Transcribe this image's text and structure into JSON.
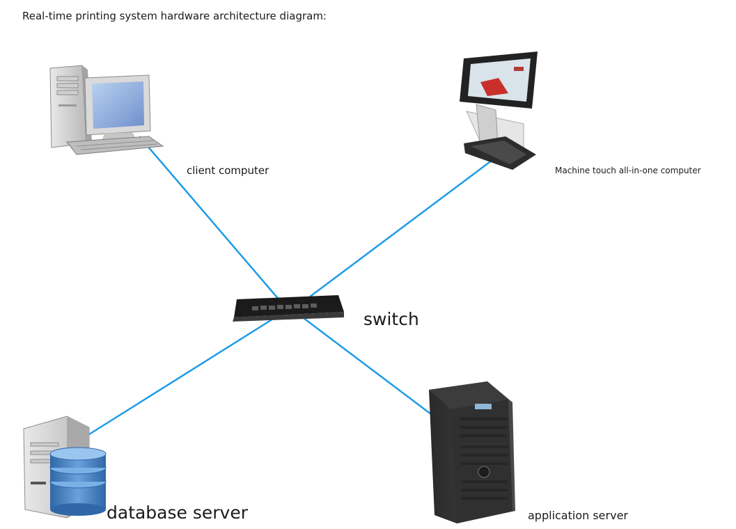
{
  "title": "Real-time printing system hardware architecture diagram:",
  "link_color": "#1e9be8",
  "nodes": {
    "client_computer": {
      "label": "client computer",
      "icon": "desktop-computer-icon"
    },
    "touch_computer": {
      "label": "Machine touch all-in-one computer",
      "icon": "touch-kiosk-icon"
    },
    "switch": {
      "label": "switch",
      "icon": "network-switch-icon"
    },
    "database_server": {
      "label": "database server",
      "icon": "database-server-icon"
    },
    "application_server": {
      "label": "application server",
      "icon": "tower-server-icon"
    }
  },
  "connections": [
    {
      "from": "client_computer",
      "to": "switch"
    },
    {
      "from": "touch_computer",
      "to": "switch"
    },
    {
      "from": "database_server",
      "to": "switch"
    },
    {
      "from": "application_server",
      "to": "switch"
    }
  ]
}
